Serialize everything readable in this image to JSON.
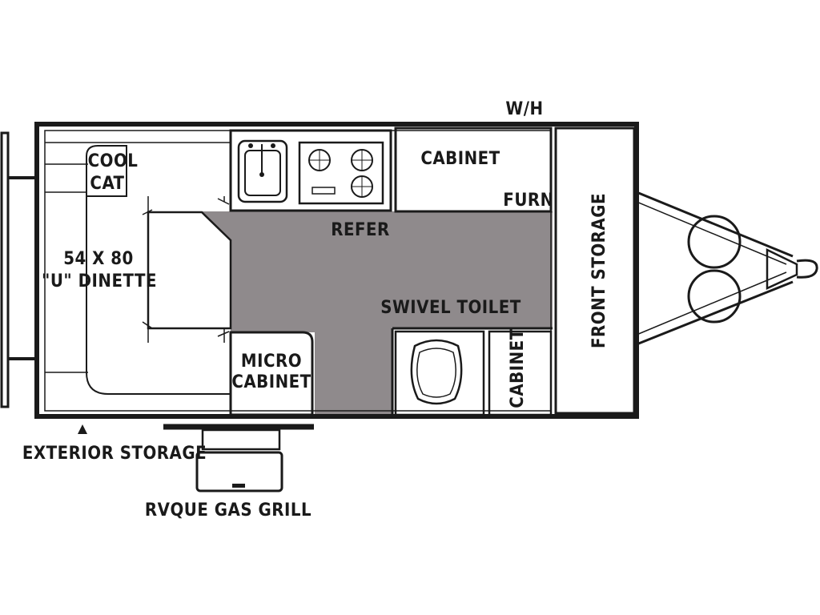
{
  "labels": {
    "water_heater": "W/H",
    "cool_cat_1": "COOL",
    "cool_cat_2": "CAT",
    "cabinet_top": "CABINET",
    "furnace": "FURN",
    "refrigerator": "REFER",
    "dinette_size": "54 X 80",
    "dinette_name": "\"U\" DINETTE",
    "swivel_toilet": "SWIVEL TOILET",
    "micro_1": "MICRO",
    "micro_2": "CABINET",
    "cabinet_side": "CABINET",
    "front_storage": "FRONT STORAGE",
    "exterior_storage": "EXTERIOR STORAGE",
    "gas_grill": "RVQUE GAS GRILL"
  },
  "colors": {
    "floor": "#8f8a8c",
    "line": "#1a1a1a",
    "background": "#ffffff"
  },
  "icons": [
    "sink-icon",
    "stove-icon",
    "toilet-icon",
    "propane-tank-icon",
    "hitch-icon",
    "exterior-storage-arrow-icon"
  ]
}
